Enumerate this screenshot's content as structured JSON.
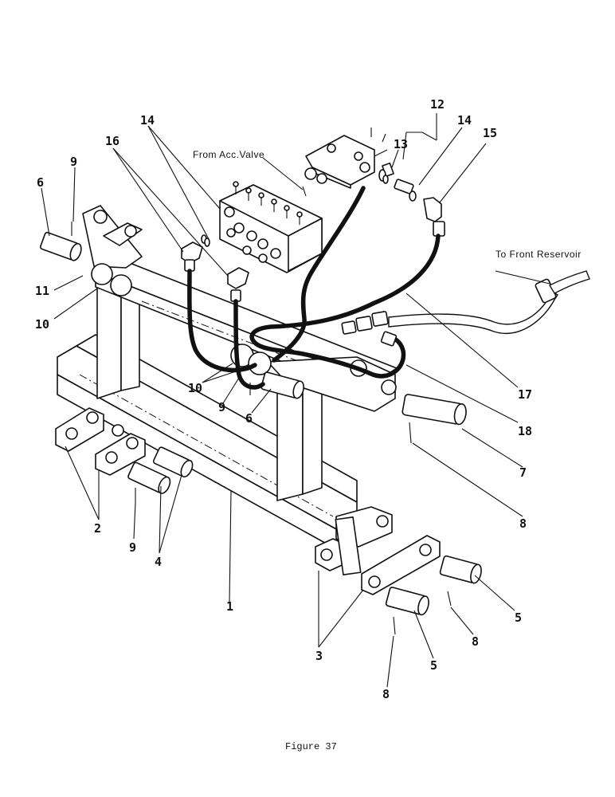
{
  "figure": {
    "caption": "Figure 37",
    "notes": {
      "from_acc_valve": "From Acc.Valve",
      "to_front_reservoir": "To Front Reservoir"
    },
    "callouts": [
      {
        "id": "c12",
        "label": "12"
      },
      {
        "id": "c14a",
        "label": "14"
      },
      {
        "id": "c16",
        "label": "16"
      },
      {
        "id": "c13",
        "label": "13"
      },
      {
        "id": "c14b",
        "label": "14"
      },
      {
        "id": "c15",
        "label": "15"
      },
      {
        "id": "c9a",
        "label": "9"
      },
      {
        "id": "c6a",
        "label": "6"
      },
      {
        "id": "c11",
        "label": "11"
      },
      {
        "id": "c10a",
        "label": "10"
      },
      {
        "id": "c10b",
        "label": "10"
      },
      {
        "id": "c9b",
        "label": "9"
      },
      {
        "id": "c6b",
        "label": "6"
      },
      {
        "id": "c17",
        "label": "17"
      },
      {
        "id": "c18",
        "label": "18"
      },
      {
        "id": "c7",
        "label": "7"
      },
      {
        "id": "c8a",
        "label": "8"
      },
      {
        "id": "c2",
        "label": "2"
      },
      {
        "id": "c9c",
        "label": "9"
      },
      {
        "id": "c4",
        "label": "4"
      },
      {
        "id": "c1",
        "label": "1"
      },
      {
        "id": "c5a",
        "label": "5"
      },
      {
        "id": "c8b",
        "label": "8"
      },
      {
        "id": "c3",
        "label": "3"
      },
      {
        "id": "c5b",
        "label": "5"
      },
      {
        "id": "c8c",
        "label": "8"
      }
    ]
  }
}
